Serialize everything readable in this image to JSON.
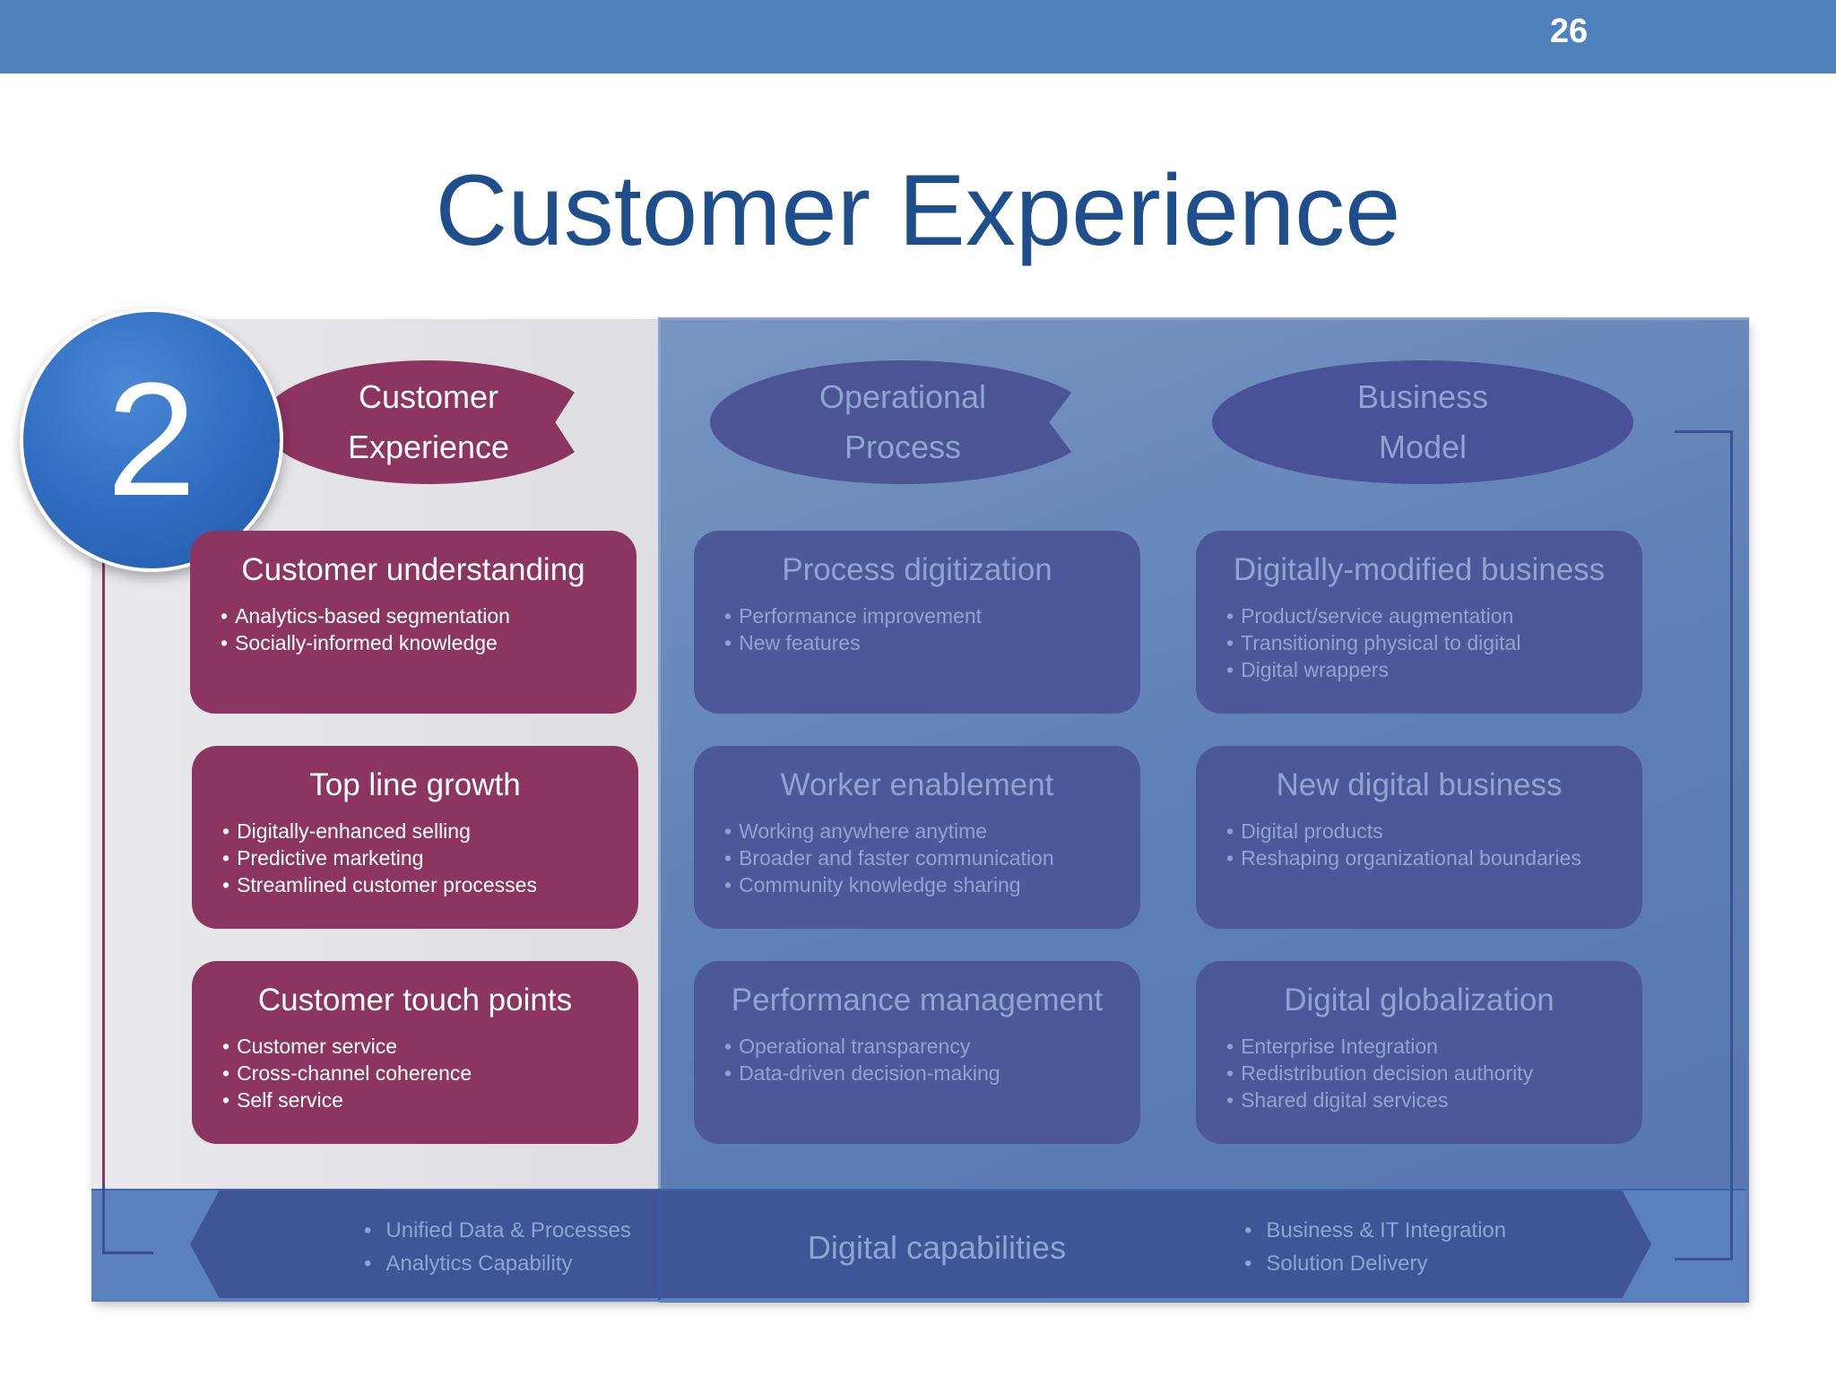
{
  "slide": {
    "page_number": "26",
    "title": "Customer Experience",
    "badge_number": "2"
  },
  "columns": {
    "customer_experience": {
      "line1": "Customer",
      "line2": "Experience"
    },
    "operational_process": {
      "line1": "Operational",
      "line2": "Process"
    },
    "business_model": {
      "line1": "Business",
      "line2": "Model"
    }
  },
  "cards": {
    "customer_understanding": {
      "title": "Customer understanding",
      "items": [
        "Analytics-based segmentation",
        "Socially-informed knowledge"
      ]
    },
    "top_line_growth": {
      "title": "Top line growth",
      "items": [
        "Digitally-enhanced selling",
        "Predictive marketing",
        "Streamlined customer processes"
      ]
    },
    "customer_touch_points": {
      "title": "Customer touch points",
      "items": [
        "Customer service",
        "Cross-channel coherence",
        "Self service"
      ]
    },
    "process_digitization": {
      "title": "Process digitization",
      "items": [
        "Performance improvement",
        "New features"
      ]
    },
    "worker_enablement": {
      "title": "Worker enablement",
      "items": [
        "Working anywhere anytime",
        "Broader and faster communication",
        "Community knowledge sharing"
      ]
    },
    "performance_management": {
      "title": "Performance management",
      "items": [
        "Operational transparency",
        "Data-driven decision-making"
      ]
    },
    "digitally_modified_business": {
      "title": "Digitally-modified business",
      "items": [
        "Product/service augmentation",
        "Transitioning physical to digital",
        "Digital wrappers"
      ]
    },
    "new_digital_business": {
      "title": "New digital business",
      "items": [
        "Digital products",
        "Reshaping organizational boundaries"
      ]
    },
    "digital_globalization": {
      "title": "Digital globalization",
      "items": [
        "Enterprise Integration",
        "Redistribution decision authority",
        "Shared digital services"
      ]
    }
  },
  "capabilities": {
    "center_label": "Digital capabilities",
    "left_items": [
      "Unified Data & Processes",
      "Analytics Capability"
    ],
    "right_items": [
      "Business & IT Integration",
      "Solution Delivery"
    ]
  }
}
